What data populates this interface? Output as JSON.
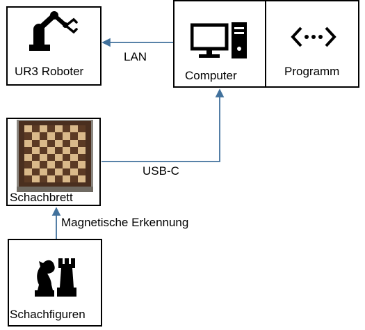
{
  "diagram": {
    "nodes": {
      "robot": {
        "label": "UR3 Roboter",
        "icon": "robot-arm-icon"
      },
      "computer": {
        "label": "Computer",
        "icon": "desktop-computer-icon"
      },
      "program": {
        "label": "Programm",
        "icon": "code-icon"
      },
      "chessboard": {
        "label": "Schachbrett",
        "image": "chessboard-photo"
      },
      "chesspieces": {
        "label": "Schachfiguren",
        "icon": "chess-pieces-icon"
      }
    },
    "edges": {
      "lan": {
        "label": "LAN",
        "from": "computer",
        "to": "robot"
      },
      "usb": {
        "label": "USB-C",
        "from": "chessboard",
        "to": "computer"
      },
      "magnetic": {
        "label": "Magnetische Erkennung",
        "from": "chesspieces",
        "to": "chessboard"
      }
    },
    "colors": {
      "connector": "#41719c",
      "border": "#000000",
      "text": "#000000"
    }
  }
}
